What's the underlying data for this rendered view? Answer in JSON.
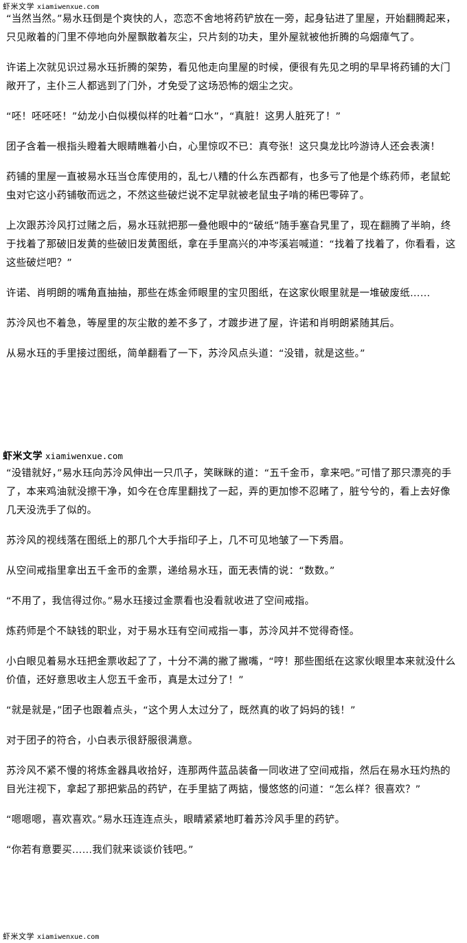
{
  "watermarks": {
    "top": {
      "brand": "虾米文学",
      "url": "xiamiwenxue.com"
    },
    "middle": {
      "brand": "虾米文学",
      "url": "xiamiwenxue.com"
    },
    "bottom": {
      "brand": "虾米文学",
      "url": "xiamiwenxue.com"
    }
  },
  "section1": {
    "paragraphs": [
      "“当然当然。”易水珏倒是个爽快的人，恋恋不舍地将药铲放在一旁，起身钻进了里屋，开始翻腾起来，只见敞着的门里不停地向外屋飘散着灰尘，只片刻的功夫，里外屋就被他折腾的乌烟瘴气了。",
      "许诺上次就见识过易水珏折腾的架势，看见他走向里屋的时候，便很有先见之明的早早将药铺的大门敞开了，主仆三人都逃到了门外，才免受了这场恐怖的烟尘之灾。",
      "“呸！呸呸呸！”幼龙小白似模似样的吐着“口水”，“真脏！这男人脏死了！”",
      "团子含着一根指头瞪着大眼睛瞧着小白，心里惊叹不已：真夸张！这只臭龙比吟游诗人还会表演！",
      "药铺的里屋一直被易水珏当仓库使用的，乱七八糟的什么东西都有，也多亏了他是个练药师，老鼠蛇虫对它这小药铺敬而远之，不然这些破烂说不定早就被老鼠虫子啃的稀巴零碎了。",
      "上次跟苏泠风打过赌之后，易水珏就把那一叠他眼中的“破纸”随手塞旮旯里了，现在翻腾了半晌，终于找着了那破旧发黄的些破旧发黄图纸，拿在手里高兴的冲岑溪岩喊道：“找着了找着了，你看看，这这些破烂吧？”",
      "许诺、肖明朗的嘴角直抽抽，那些在炼金师眼里的宝贝图纸，在这家伙眼里就是一堆破废纸……",
      "苏泠风也不着急，等屋里的灰尘散的差不多了，才踱步进了屋，许诺和肖明朗紧随其后。",
      "从易水珏的手里接过图纸，简单翻看了一下，苏泠风点头道：“没错，就是这些。”"
    ]
  },
  "section2": {
    "paragraphs": [
      "“没错就好，”易水珏向苏泠风伸出一只爪子，笑眯眯的道：“五千金币，拿来吧。”可惜了那只漂亮的手了，本来鸡油就没擦干净，如今在仓库里翻找了一起，弄的更加惨不忍睹了，脏兮兮的，看上去好像几天没洗手了似的。",
      "苏泠风的视线落在图纸上的那几个大手指印子上，几不可见地皱了一下秀眉。",
      "从空间戒指里拿出五千金币的金票，递给易水珏，面无表情的说：“数数。”",
      "“不用了，我信得过你。”易水珏接过金票看也没看就收进了空间戒指。",
      "炼药师是个不缺钱的职业，对于易水珏有空间戒指一事，苏泠风并不觉得奇怪。",
      "小白眼见着易水珏把金票收起了了，十分不满的撇了撇嘴，“哼！那些图纸在这家伙眼里本来就没什么价值，还好意思收主人您五千金币，真是太过分了！”",
      "“就是就是，”团子也跟着点头，“这个男人太过分了，既然真的收了妈妈的钱！”",
      "对于团子的符合，小白表示很舒服很满意。",
      "苏泠风不紧不慢的将炼金器具收拾好，连那两件蓝品装备一同收进了空间戒指，然后在易水珏灼热的目光注视下，拿起了那把紫品的药铲，在手里掂了两掂，慢悠悠的问道：“怎么样？很喜欢？”",
      "“嗯嗯嗯，喜欢喜欢。”易水珏连连点头，眼睛紧紧地盯着苏泠风手里的药铲。",
      "“你若有意要买……我们就来谈谈价钱吧。”"
    ]
  }
}
